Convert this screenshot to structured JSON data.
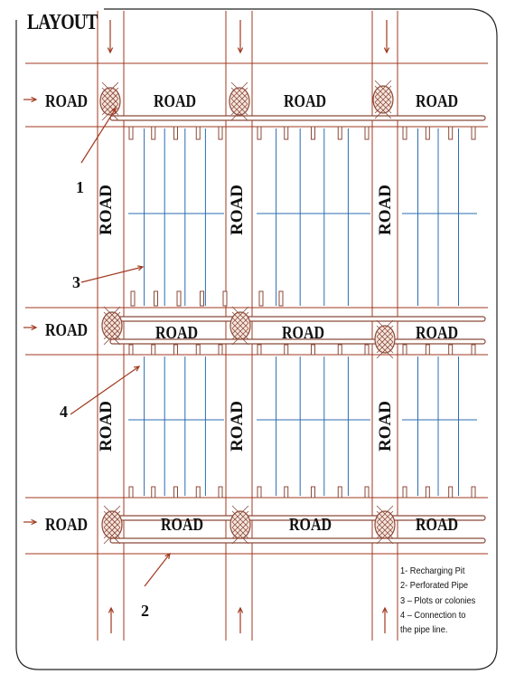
{
  "title": "LAYOUT",
  "road_label": "ROAD",
  "markers": {
    "m1": "1",
    "m2": "2",
    "m3": "3",
    "m4": "4"
  },
  "legend": [
    "1- Recharging   Pit",
    "2- Perforated  Pipe",
    "3 –  Plots  or colonies",
    "4 –  Connection   to",
    "the pipe line."
  ],
  "colors": {
    "road_line": "#a0391f",
    "plot_line": "#2b6cb0",
    "pipe": "#8b4a3a",
    "text": "#111111"
  }
}
